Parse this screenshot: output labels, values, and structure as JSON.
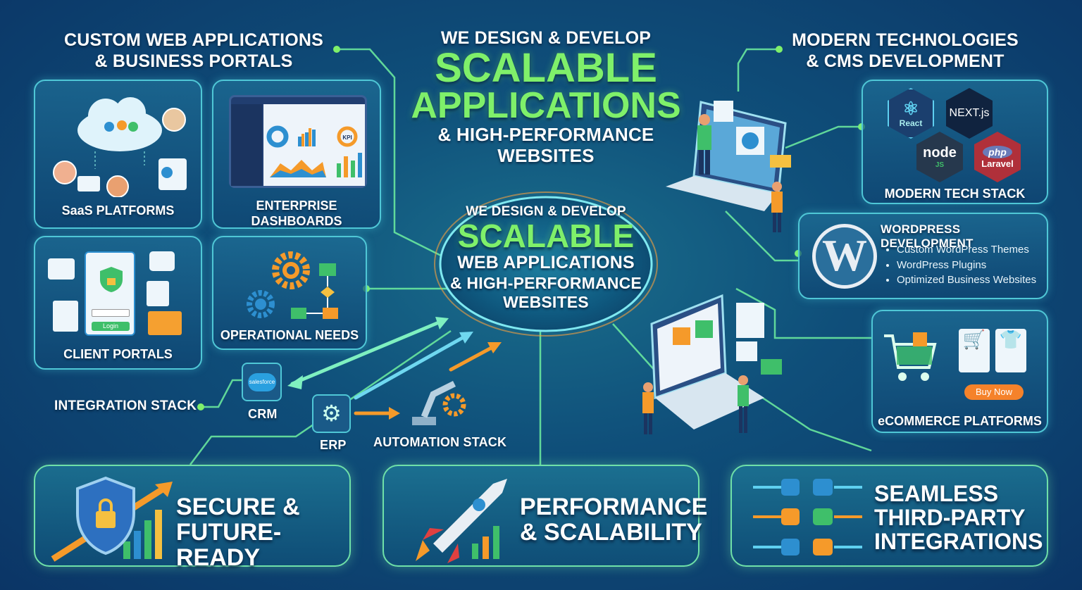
{
  "left_heading": [
    "CUSTOM WEB APPLICATIONS",
    "& BUSINESS PORTALS"
  ],
  "center_heading": {
    "line1": "WE DESIGN & DEVELOP",
    "line2": "SCALABLE",
    "line3": "APPLICATIONS",
    "line4": "& HIGH-PERFORMANCE",
    "line5": "WEBSITES"
  },
  "hub": {
    "line1": "WE DESIGN & DEVELOP",
    "line2": "SCALABLE",
    "line3": "WEB APPLICATIONS",
    "line4": "& HIGH-PERFORMANCE",
    "line5": "WEBSITES"
  },
  "right_heading": [
    "MODERN TECHNOLOGIES",
    "& CMS DEVELOPMENT"
  ],
  "cards": {
    "saas": "SaaS PLATFORMS",
    "enterprise": [
      "ENTERPRISE",
      "DASHBOARDS"
    ],
    "client": "CLIENT PORTALS",
    "client_login": "Login",
    "operational": "OPERATIONAL NEEDS",
    "dashboard_kpi": "KPI"
  },
  "tech": {
    "title": "MODERN TECH STACK",
    "react": "React",
    "next": "NEXT.js",
    "node": "node",
    "node_sub": "JS",
    "php": "php",
    "laravel": "Laravel"
  },
  "wordpress": {
    "title": "WORDPRESS DEVELOPMENT",
    "items": [
      "Custom WordPress Themes",
      "WordPress Plugins",
      "Optimized Business Websites"
    ]
  },
  "ecommerce": {
    "title": "eCOMMERCE PLATFORMS",
    "buy_now": "Buy Now"
  },
  "integration": {
    "label": "INTEGRATION STACK",
    "crm": "CRM",
    "crm_logo": "salesforce",
    "erp": "ERP",
    "automation": "AUTOMATION STACK"
  },
  "bottom": {
    "secure": [
      "SECURE &",
      "FUTURE-READY"
    ],
    "performance": [
      "PERFORMANCE",
      "& SCALABILITY"
    ],
    "integrations": [
      "SEAMLESS",
      "THIRD-PARTY",
      "INTEGRATIONS"
    ]
  },
  "colors": {
    "accent_green": "#7ff06a",
    "border_cyan": "#4fc7d6",
    "orange": "#f59a2a"
  }
}
